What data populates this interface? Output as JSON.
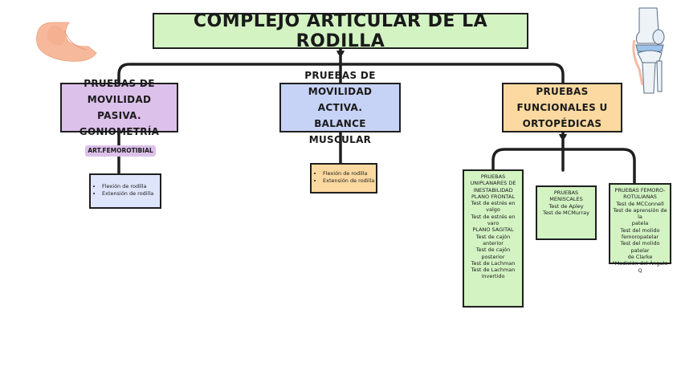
{
  "title": "COMPLEJO ARTICULAR DE LA RODILLA",
  "categories": {
    "passive": {
      "line1": "PRUEBAS DE",
      "line2": "MOVILIDAD PASIVA.",
      "line3": "GONIOMETRÍA"
    },
    "active": {
      "line1": "PRUEBAS DE",
      "line2": "MOVILIDAD ACTIVA.",
      "line3": "BALANCE MUSCULAR"
    },
    "functional": {
      "line1": "PRUEBAS",
      "line2": "FUNCIONALES U",
      "line3": "ORTOPÉDICAS"
    }
  },
  "passive_tag": "ART.FEMOROTIBIAL",
  "passive_items": [
    "Flexión de rodilla",
    "Extensión de rodilla"
  ],
  "active_items": [
    "Flexión de rodilla",
    "Extensión de rodilla"
  ],
  "functional_groups": [
    {
      "lines": [
        "PRUEBAS",
        "UNIPLANARES DE",
        "INESTABILIDAD",
        "PLANO FRONTAL",
        "Test de estrés en valgo",
        "Test de estrés en varo",
        "PLANO SAGITAL",
        "Test de cajón anterior",
        "Test de cajón posterior",
        "Test de Lachman",
        "Test de Lachman",
        "invertido"
      ]
    },
    {
      "lines": [
        "PRUEBAS MENISCALES",
        "Test de Apley",
        "Test de MCMurray"
      ]
    },
    {
      "lines": [
        "PRUEBAS FEMORO-",
        "ROTULIANAS",
        "Test de MCConnell",
        "Test de aprensión de la",
        "patela",
        "Test del molido",
        "femoropatelar",
        "Test del molido patelar",
        "de Clarke",
        "\"Medición del Ángulo Q"
      ]
    }
  ],
  "colors": {
    "title_bg": "#d3f3c3",
    "passive_bg": "#dcc1ea",
    "active_bg": "#c7d3f6",
    "functional_bg": "#fbd9a0",
    "passive_list_bg": "#dfe5fb"
  },
  "decorations": [
    "knee-flexed-illustration",
    "knee-joint-anatomy-illustration"
  ]
}
